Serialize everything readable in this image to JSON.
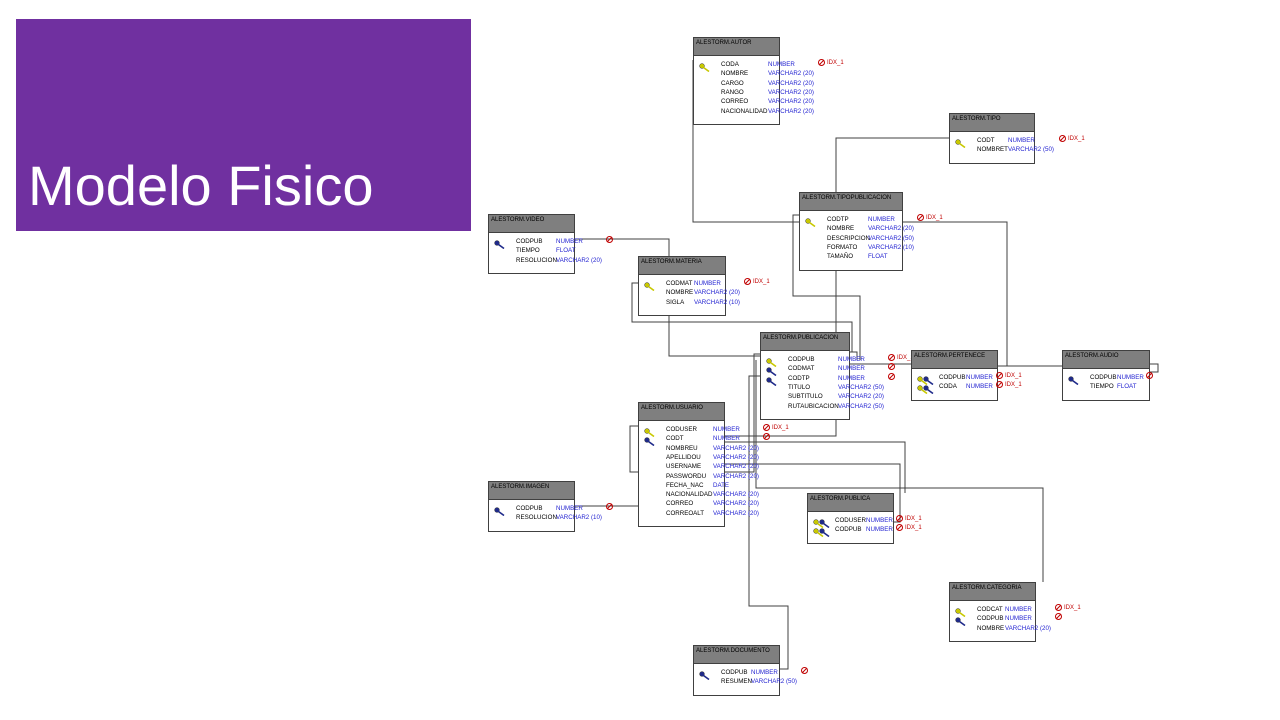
{
  "slide": {
    "title": "Modelo Fisico",
    "accent": "#7030a0"
  },
  "diagram": {
    "colors": {
      "header": "#7f7f7f",
      "type_text": "#1f1fd0",
      "index_text": "#c00000",
      "pk_key": "#c8c800",
      "fk_key": "#1f2a8a"
    },
    "tables": [
      {
        "id": "autor",
        "name": "ALESTORM.AUTOR",
        "columns": [
          {
            "name": "CODA",
            "type": "NUMBER",
            "key": "pk",
            "index": "IDX_1"
          },
          {
            "name": "NOMBRE",
            "type": "VARCHAR2 (20)"
          },
          {
            "name": "CARGO",
            "type": "VARCHAR2 (20)"
          },
          {
            "name": "RANGO",
            "type": "VARCHAR2 (20)"
          },
          {
            "name": "CORREO",
            "type": "VARCHAR2 (20)"
          },
          {
            "name": "NACIONALIDAD",
            "type": "VARCHAR2 (20)"
          }
        ]
      },
      {
        "id": "tipo",
        "name": "ALESTORM.TIPO",
        "columns": [
          {
            "name": "CODT",
            "type": "NUMBER",
            "key": "pk",
            "index": "IDX_1"
          },
          {
            "name": "NOMBRET",
            "type": "VARCHAR2 (50)"
          }
        ]
      },
      {
        "id": "tipopublicacion",
        "name": "ALESTORM.TIPOPUBLICACION",
        "columns": [
          {
            "name": "CODTP",
            "type": "NUMBER",
            "key": "pk",
            "index": "IDX_1"
          },
          {
            "name": "NOMBRE",
            "type": "VARCHAR2 (20)"
          },
          {
            "name": "DESCRIPCION",
            "type": "VARCHAR2 (50)"
          },
          {
            "name": "FORMATO",
            "type": "VARCHAR2 (10)"
          },
          {
            "name": "TAMAÑO",
            "type": "FLOAT"
          }
        ]
      },
      {
        "id": "video",
        "name": "ALESTORM.VIDEO",
        "columns": [
          {
            "name": "CODPUB",
            "type": "NUMBER",
            "key": "fk",
            "index": ""
          },
          {
            "name": "TIEMPO",
            "type": "FLOAT"
          },
          {
            "name": "RESOLUCION",
            "type": "VARCHAR2 (20)"
          }
        ]
      },
      {
        "id": "materia",
        "name": "ALESTORM.MATERIA",
        "columns": [
          {
            "name": "CODMAT",
            "type": "NUMBER",
            "key": "pk",
            "index": "IDX_1"
          },
          {
            "name": "NOMBRE",
            "type": "VARCHAR2 (20)"
          },
          {
            "name": "SIGLA",
            "type": "VARCHAR2 (10)"
          }
        ]
      },
      {
        "id": "publicacion",
        "name": "ALESTORM.PUBLICACION",
        "columns": [
          {
            "name": "CODPUB",
            "type": "NUMBER",
            "key": "pk",
            "index": "IDX_1"
          },
          {
            "name": "CODMAT",
            "type": "NUMBER",
            "key": "fk",
            "index": ""
          },
          {
            "name": "CODTP",
            "type": "NUMBER",
            "key": "fk",
            "index": ""
          },
          {
            "name": "TITULO",
            "type": "VARCHAR2 (50)"
          },
          {
            "name": "SUBTITULO",
            "type": "VARCHAR2 (20)"
          },
          {
            "name": "RUTAUBICACION",
            "type": "VARCHAR2 (50)"
          }
        ]
      },
      {
        "id": "pertenece",
        "name": "ALESTORM.PERTENECE",
        "columns": [
          {
            "name": "CODPUB",
            "type": "NUMBER",
            "key": "pkfk",
            "index": "IDX_1"
          },
          {
            "name": "CODA",
            "type": "NUMBER",
            "key": "pkfk",
            "index": "IDX_1"
          }
        ]
      },
      {
        "id": "audio",
        "name": "ALESTORM.AUDIO",
        "columns": [
          {
            "name": "CODPUB",
            "type": "NUMBER",
            "key": "fk",
            "index": ""
          },
          {
            "name": "TIEMPO",
            "type": "FLOAT"
          }
        ]
      },
      {
        "id": "usuario",
        "name": "ALESTORM.USUARIO",
        "columns": [
          {
            "name": "CODUSER",
            "type": "NUMBER",
            "key": "pk",
            "index": "IDX_1"
          },
          {
            "name": "CODT",
            "type": "NUMBER",
            "key": "fk",
            "index": ""
          },
          {
            "name": "NOMBREU",
            "type": "VARCHAR2 (20)"
          },
          {
            "name": "APELLIDOU",
            "type": "VARCHAR2 (20)"
          },
          {
            "name": "USERNAME",
            "type": "VARCHAR2 (20)"
          },
          {
            "name": "PASSWORDU",
            "type": "VARCHAR2 (20)"
          },
          {
            "name": "FECHA_NAC",
            "type": "DATE"
          },
          {
            "name": "NACIONALIDAD",
            "type": "VARCHAR2 (20)"
          },
          {
            "name": "CORREO",
            "type": "VARCHAR2 (20)"
          },
          {
            "name": "CORREOALT",
            "type": "VARCHAR2 (20)"
          }
        ]
      },
      {
        "id": "imagen",
        "name": "ALESTORM.IMAGEN",
        "columns": [
          {
            "name": "CODPUB",
            "type": "NUMBER",
            "key": "fk",
            "index": ""
          },
          {
            "name": "RESOLUCION",
            "type": "VARCHAR2 (10)"
          }
        ]
      },
      {
        "id": "publica",
        "name": "ALESTORM.PUBLICA",
        "columns": [
          {
            "name": "CODUSER",
            "type": "NUMBER",
            "key": "pkfk",
            "index": "IDX_1"
          },
          {
            "name": "CODPUB",
            "type": "NUMBER",
            "key": "pkfk",
            "index": "IDX_1"
          }
        ]
      },
      {
        "id": "categoria",
        "name": "ALESTORM.CATEGORIA",
        "columns": [
          {
            "name": "CODCAT",
            "type": "NUMBER",
            "key": "pk",
            "index": "IDX_1"
          },
          {
            "name": "CODPUB",
            "type": "NUMBER",
            "key": "fk",
            "index": ""
          },
          {
            "name": "NOMBRE",
            "type": "VARCHAR2 (20)"
          }
        ]
      },
      {
        "id": "documento",
        "name": "ALESTORM.DOCUMENTO",
        "columns": [
          {
            "name": "CODPUB",
            "type": "NUMBER",
            "key": "fk",
            "index": ""
          },
          {
            "name": "RESUMEN",
            "type": "VARCHAR2 (50)"
          }
        ]
      }
    ]
  }
}
